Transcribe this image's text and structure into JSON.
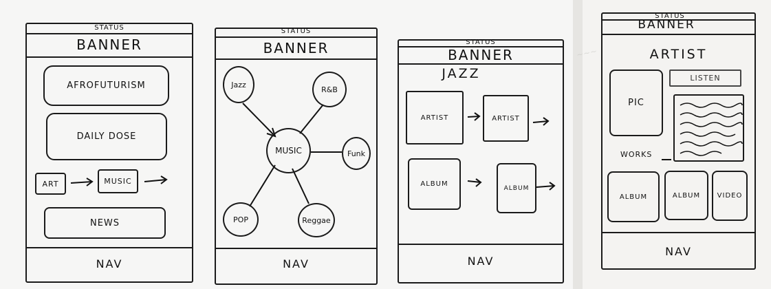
{
  "sketch1": {
    "status": "STATUS",
    "banner": "BANNER",
    "card1": "AFROFUTURISM",
    "card2": "DAILY DOSE",
    "art": "ART",
    "music": "MUSIC",
    "news": "NEWS",
    "nav": "NAV"
  },
  "sketch2": {
    "status": "STATUS",
    "banner": "BANNER",
    "center": "MUSIC",
    "jazz": "Jazz",
    "rnb": "R&B",
    "funk": "Funk",
    "pop": "POP",
    "reggae": "Reggae",
    "nav": "NAV"
  },
  "sketch3": {
    "status": "STATUS",
    "banner": "BANNER",
    "title": "JAZZ",
    "artist1": "ARTIST",
    "artist2": "ARTIST",
    "album1": "ALBUM",
    "album2": "ALBUM",
    "nav": "NAV"
  },
  "sketch4": {
    "status": "STATUS",
    "banner": "BANNER",
    "title": "ARTIST",
    "pic": "PIC",
    "listen": "LISTEN",
    "works": "WORKS",
    "album1": "ALBUM",
    "album2": "ALBUM",
    "video": "VIDEO",
    "nav": "NAV"
  }
}
